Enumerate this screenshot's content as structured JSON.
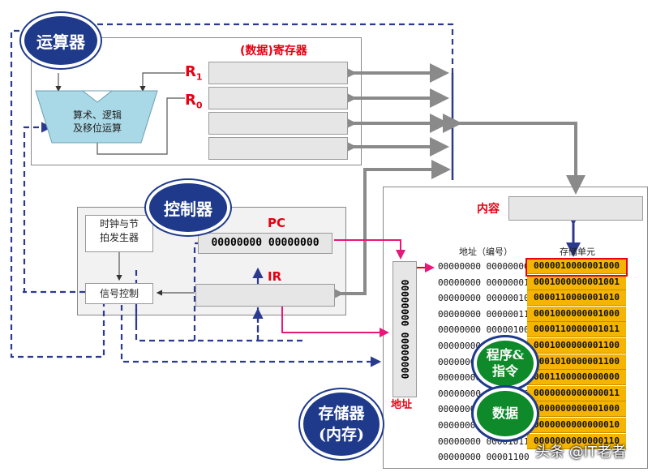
{
  "ovals": {
    "alu": "运算器",
    "controller": "控制器",
    "memory_line1": "存储器",
    "memory_line2": "(内存)",
    "program_line1": "程序&",
    "program_line2": "指令",
    "data": "数据"
  },
  "registers": {
    "title": "(数据)寄存器",
    "r1": "R",
    "r1_sub": "1",
    "r0": "R",
    "r0_sub": "0"
  },
  "alu_unit": {
    "line1": "算术、逻辑",
    "line2": "及移位运算"
  },
  "control": {
    "clock_line1": "时钟与节",
    "clock_line2": "拍发生器",
    "signal": "信号控制",
    "pc_label": "PC",
    "pc_value": "00000000 00000000",
    "ir_label": "IR"
  },
  "memory": {
    "content_label": "内容",
    "addr_header": "地址（编号）",
    "cell_header": "存储单元",
    "addr_register_value": "00000000 00000000",
    "addr_label": "地址",
    "addresses": [
      "00000000 00000000",
      "00000000 00000001",
      "00000000 00000010",
      "00000000 00000011",
      "00000000 00000100",
      "00000000 00000101",
      "00000000 00000110",
      "00000000 00000111",
      "00000000 00001000",
      "00000000 00001001",
      "00000000 00001010",
      "00000000 00001011",
      "00000000 00001100"
    ],
    "cells": [
      "0000010000001000",
      "0001000000001001",
      "0000110000001010",
      "0001000000001000",
      "0000110000001011",
      "0001000000001100",
      "0001010000001100",
      "0001100000000000",
      "0000000000000011",
      "0000000000001000",
      "0000000000000010",
      "0000000000000110"
    ]
  },
  "watermark": "头条 @IT老者",
  "colors": {
    "oval_blue": "#1f3a8a",
    "cell_orange": "#f4b400",
    "oval_green": "#0e8a2a",
    "label_red": "#e60012",
    "register_gray": "#e6e6e6"
  }
}
